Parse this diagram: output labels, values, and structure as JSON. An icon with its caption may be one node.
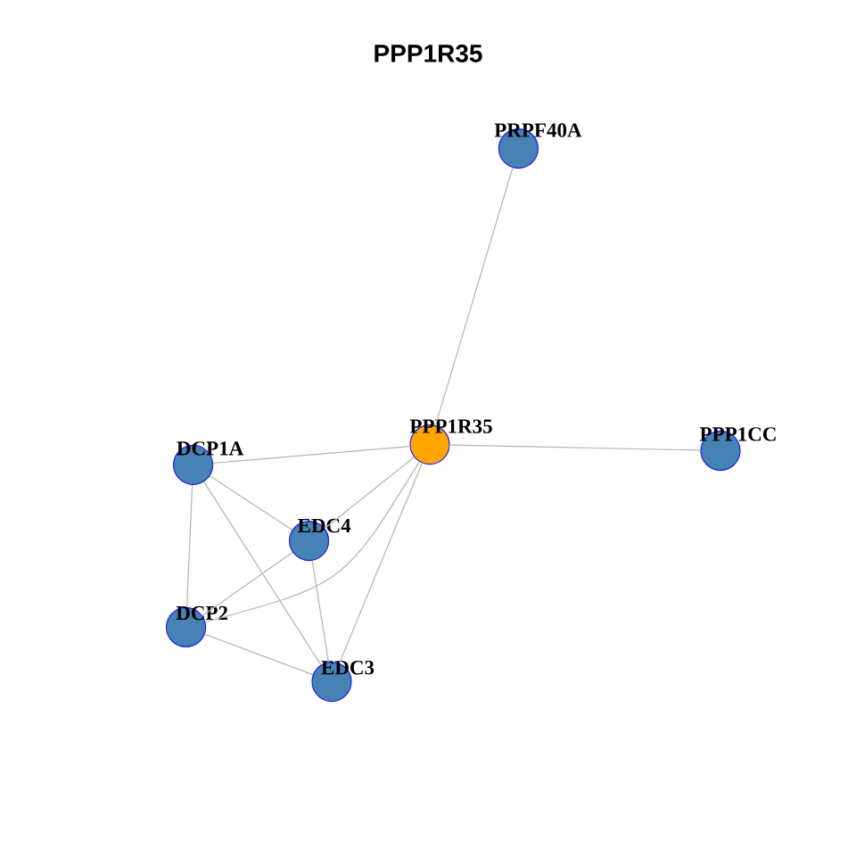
{
  "diagram": {
    "title": "PPP1R35",
    "nodes": [
      {
        "text": [
          "PRPF40A"
        ]
      },
      {
        "text": [
          "DCP1A"
        ]
      },
      {
        "text": [
          "PPP1R35"
        ]
      },
      {
        "text": [
          "PPP1CC"
        ]
      },
      {
        "text": [
          "EDC4"
        ]
      },
      {
        "text": [
          "DCP2"
        ]
      },
      {
        "text": [
          "EDC3"
        ]
      }
    ],
    "edges": [
      {
        "from": 2,
        "to": 0,
        "arrow": "none"
      },
      {
        "from": 2,
        "to": 3,
        "arrow": "none"
      },
      {
        "from": 2,
        "to": 1,
        "arrow": "none"
      },
      {
        "from": 2,
        "to": 4,
        "arrow": "none"
      },
      {
        "from": 2,
        "to": 5,
        "arrow": "none"
      },
      {
        "from": 2,
        "to": 6,
        "arrow": "none"
      },
      {
        "from": 1,
        "to": 4,
        "arrow": "none"
      },
      {
        "from": 1,
        "to": 5,
        "arrow": "none"
      },
      {
        "from": 1,
        "to": 6,
        "arrow": "none"
      },
      {
        "from": 4,
        "to": 5,
        "arrow": "none"
      },
      {
        "from": 4,
        "to": 6,
        "arrow": "none"
      },
      {
        "from": 5,
        "to": 6,
        "arrow": "none"
      }
    ]
  }
}
